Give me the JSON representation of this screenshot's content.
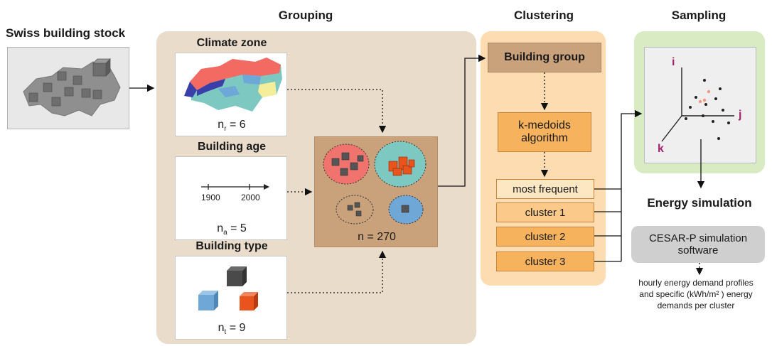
{
  "headings": {
    "stock": "Swiss building stock",
    "grouping": "Grouping",
    "clustering": "Clustering",
    "sampling": "Sampling"
  },
  "grouping": {
    "climate_title": "Climate zone",
    "climate_n": "n",
    "climate_sub": "r",
    "climate_val": " = 6",
    "age_title": "Building age",
    "age_tick1": "1900",
    "age_tick2": "2000",
    "age_n": "n",
    "age_sub": "a",
    "age_val": " = 5",
    "type_title": "Building type",
    "type_n": "n",
    "type_sub": "t",
    "type_val": " = 9",
    "total": "n = 270"
  },
  "clustering": {
    "group": "Building group",
    "algo_line1": "k-medoids",
    "algo_line2": "algorithm",
    "items": [
      "most frequent",
      "cluster 1",
      "cluster 2",
      "cluster 3"
    ]
  },
  "sampling": {
    "axis_i": "i",
    "axis_j": "j",
    "axis_k": "k"
  },
  "simulation": {
    "title": "Energy simulation",
    "tool_line1": "CESAR-P simulation",
    "tool_line2": "software",
    "out_line1": "hourly energy demand profiles",
    "out_line2": "and specific (kWh/m² ) energy",
    "out_line3": "demands per cluster"
  },
  "colors": {
    "grouping_bg": "#e9dccb",
    "clustering_bg": "#fcdcb0",
    "sampling_bg": "#d9ebc2",
    "center_box": "#c9a27c",
    "orange_box": "#f6b25c",
    "cube_orange": "#e8541c",
    "cube_blue": "#6fa8d6",
    "cube_dark": "#4a4a4a",
    "axis_label": "#a0246e"
  }
}
